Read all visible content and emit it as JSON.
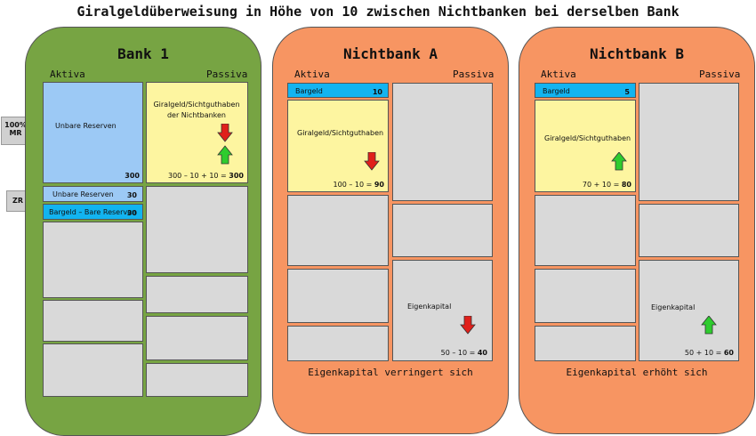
{
  "title": "Giralgeldüberweisung in Höhe von 10 zwischen Nichtbanken bei derselben Bank",
  "colors": {
    "bank": "#77a443",
    "nichtbank": "#f79562",
    "yellow": "#fdf5a0",
    "light_blue": "#9cc9f5",
    "blue": "#12b4f0",
    "grey": "#d9d9d9",
    "red_arrow": "#e0201b",
    "green_arrow": "#2ecc2e"
  },
  "side_labels": {
    "mr_line1": "100%",
    "mr_line2": "MR",
    "zr": "ZR"
  },
  "bank1": {
    "title": "Bank 1",
    "aktiva": "Aktiva",
    "passiva": "Passiva",
    "unbare_reserven_100": {
      "label": "Unbare Reserven",
      "value": "300"
    },
    "unbare_reserven_zr": {
      "label": "Unbare Reserven",
      "value": "30"
    },
    "bargeld_bare": {
      "label": "Bargeld – Bare Reserven",
      "value": "30"
    },
    "giralgeld": {
      "label": "Giralgeld/Sichtguthaben der Nichtbanken",
      "calc": "300 – 10 + 10 = ",
      "result": "300",
      "arrows": [
        "down-red",
        "up-green"
      ]
    }
  },
  "nichtbank_a": {
    "title": "Nichtbank A",
    "aktiva": "Aktiva",
    "passiva": "Passiva",
    "bargeld": {
      "label": "Bargeld",
      "value": "10"
    },
    "giralgeld": {
      "label": "Giralgeld/Sichtguthaben",
      "calc": "100 – 10 = ",
      "result": "90",
      "arrow": "down-red"
    },
    "eigenkapital": {
      "label": "Eigenkapital",
      "calc": "50 – 10 = ",
      "result": "40",
      "arrow": "down-red"
    },
    "caption": "Eigenkapital verringert sich"
  },
  "nichtbank_b": {
    "title": "Nichtbank B",
    "aktiva": "Aktiva",
    "passiva": "Passiva",
    "bargeld": {
      "label": "Bargeld",
      "value": "5"
    },
    "giralgeld": {
      "label": "Giralgeld/Sichtguthaben",
      "calc": "70 + 10 = ",
      "result": "80",
      "arrow": "up-green"
    },
    "eigenkapital": {
      "label": "Eigenkapital",
      "calc": "50 + 10 = ",
      "result": "60",
      "arrow": "up-green"
    },
    "caption": "Eigenkapital erhöht sich"
  }
}
